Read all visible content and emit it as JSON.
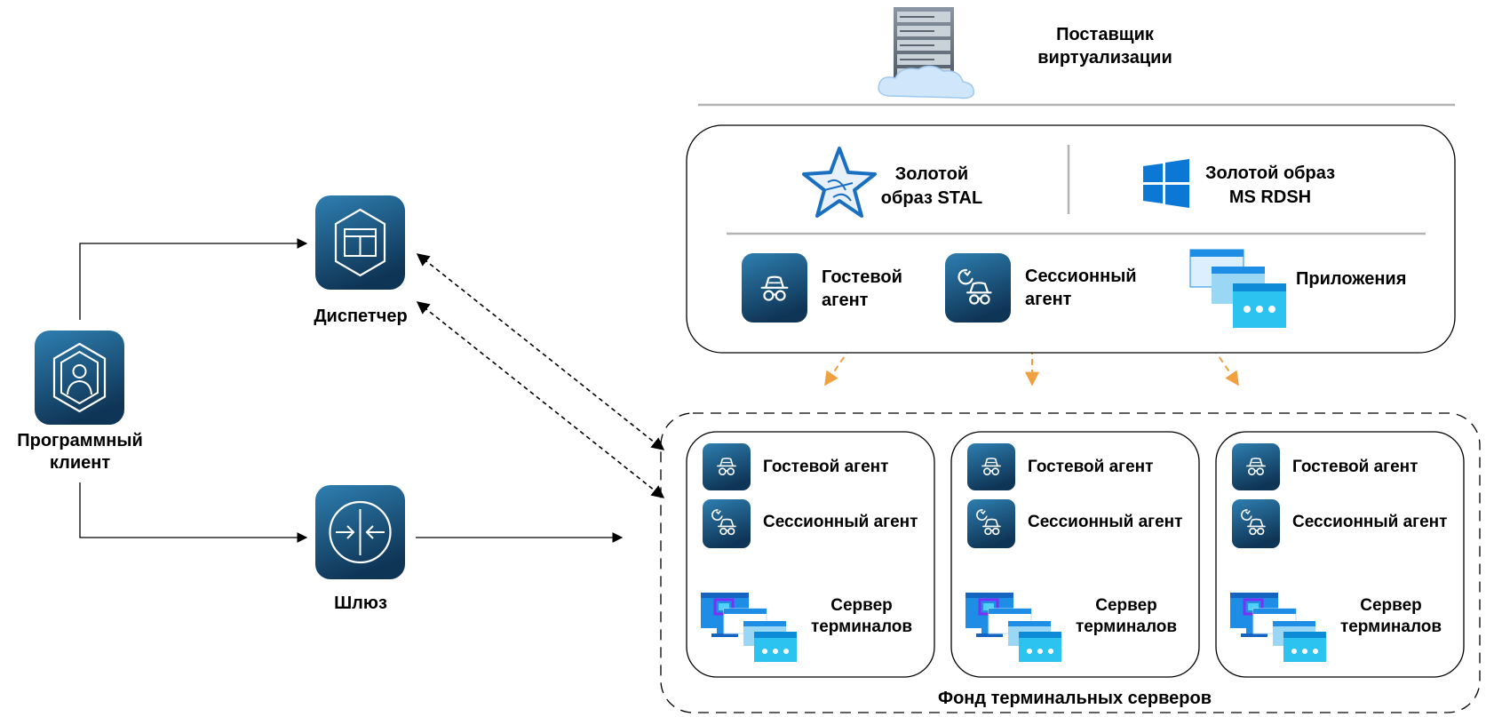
{
  "nodes": {
    "client": {
      "line1": "Программный",
      "line2": "клиент"
    },
    "dispatcher": {
      "label": "Диспетчер"
    },
    "gateway": {
      "label": "Шлюз"
    },
    "provider": {
      "line1": "Поставщик",
      "line2": "виртуализации"
    }
  },
  "images_panel": {
    "stal": {
      "line1": "Золотой",
      "line2": "образ STAL"
    },
    "rdsh": {
      "line1": "Золотой образ",
      "line2": "MS RDSH"
    },
    "guest_agent": {
      "line1": "Гостевой",
      "line2": "агент"
    },
    "session_agent": {
      "line1": "Сессионный",
      "line2": "агент"
    },
    "apps": {
      "label": "Приложения"
    }
  },
  "pool": {
    "title": "Фонд терминальных серверов",
    "servers": [
      {
        "guest": "Гостевой агент",
        "session": "Сессионный агент",
        "server_line1": "Сервер",
        "server_line2": "терминалов"
      },
      {
        "guest": "Гостевой агент",
        "session": "Сессионный агент",
        "server_line1": "Сервер",
        "server_line2": "терминалов"
      },
      {
        "guest": "Гостевой агент",
        "session": "Сессионный агент",
        "server_line1": "Сервер",
        "server_line2": "терминалов"
      }
    ]
  },
  "colors": {
    "tile_top": "#2e7fb1",
    "tile_bottom": "#0f3556",
    "orange_arrow": "#f0a040",
    "windows_blue": "#0a78d4",
    "stal_blue": "#1a6fc0",
    "app_window": "#2dc3f0"
  },
  "icons": {
    "client": "user-hexagon-icon",
    "dispatcher": "broker-hexagon-icon",
    "gateway": "gateway-arrows-icon",
    "provider": "server-rack-cloud-icon",
    "stal": "star-icon",
    "rdsh": "windows-logo-icon",
    "guest_agent": "spy-agent-icon",
    "session_agent": "session-agent-icon",
    "apps": "app-windows-icon",
    "terminal_server": "terminal-server-icon"
  }
}
